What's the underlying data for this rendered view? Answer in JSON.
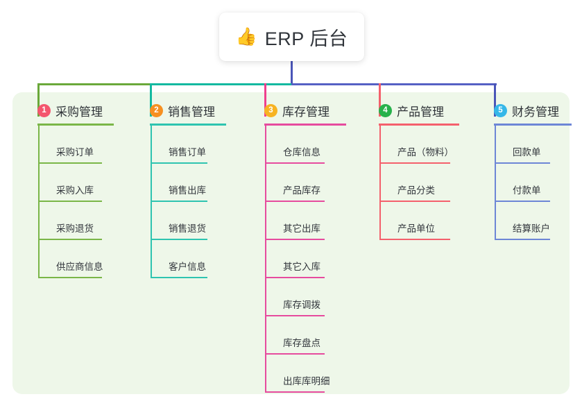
{
  "title": {
    "icon": "thumbs-up-icon",
    "icon_glyph": "👍",
    "text": "ERP 后台"
  },
  "theme": {
    "page_bg": "#ffffff",
    "panel_bg": "#eef7e9",
    "card_bg": "#ffffff",
    "text": "#31353b",
    "trunk": "#4a55b8"
  },
  "bus": {
    "segment_green": "#6aa83a",
    "segment_teal": "#13b9a0",
    "segment_blue": "#5560c4"
  },
  "columns": [
    {
      "number": "1",
      "label": "采购管理",
      "badge_color": "#f4566e",
      "line_color": "#7ab648",
      "drop_color": "#6aa83a",
      "head_rule_width": 110,
      "leaf_width": 92,
      "items": [
        {
          "label": "采购订单"
        },
        {
          "label": "采购入库"
        },
        {
          "label": "采购退货"
        },
        {
          "label": "供应商信息"
        }
      ]
    },
    {
      "number": "2",
      "label": "销售管理",
      "badge_color": "#f79020",
      "line_color": "#2ec4b0",
      "drop_color": "#13b9a0",
      "head_rule_width": 110,
      "leaf_width": 82,
      "items": [
        {
          "label": "销售订单"
        },
        {
          "label": "销售出库"
        },
        {
          "label": "销售退货"
        },
        {
          "label": "客户信息"
        }
      ]
    },
    {
      "number": "3",
      "label": "库存管理",
      "badge_color": "#f7b322",
      "line_color": "#e64b9e",
      "drop_color": "#ef3f8e",
      "head_rule_width": 118,
      "leaf_width": 86,
      "items": [
        {
          "label": "仓库信息"
        },
        {
          "label": "产品库存"
        },
        {
          "label": "其它出库"
        },
        {
          "label": "其它入库"
        },
        {
          "label": "库存调拨"
        },
        {
          "label": "库存盘点"
        },
        {
          "label": "出库库明细"
        }
      ]
    },
    {
      "number": "4",
      "label": "产品管理",
      "badge_color": "#27b14b",
      "line_color": "#f4606c",
      "drop_color": "#f4606c",
      "head_rule_width": 116,
      "leaf_width": 102,
      "items": [
        {
          "label": "产品（物料）"
        },
        {
          "label": "产品分类"
        },
        {
          "label": "产品单位"
        }
      ]
    },
    {
      "number": "5",
      "label": "财务管理",
      "badge_color": "#35b7e8",
      "line_color": "#6d86d6",
      "drop_color": "#4a55b8",
      "head_rule_width": 112,
      "leaf_width": 80,
      "items": [
        {
          "label": "回款单"
        },
        {
          "label": "付款单"
        },
        {
          "label": "结算账户"
        }
      ]
    }
  ]
}
